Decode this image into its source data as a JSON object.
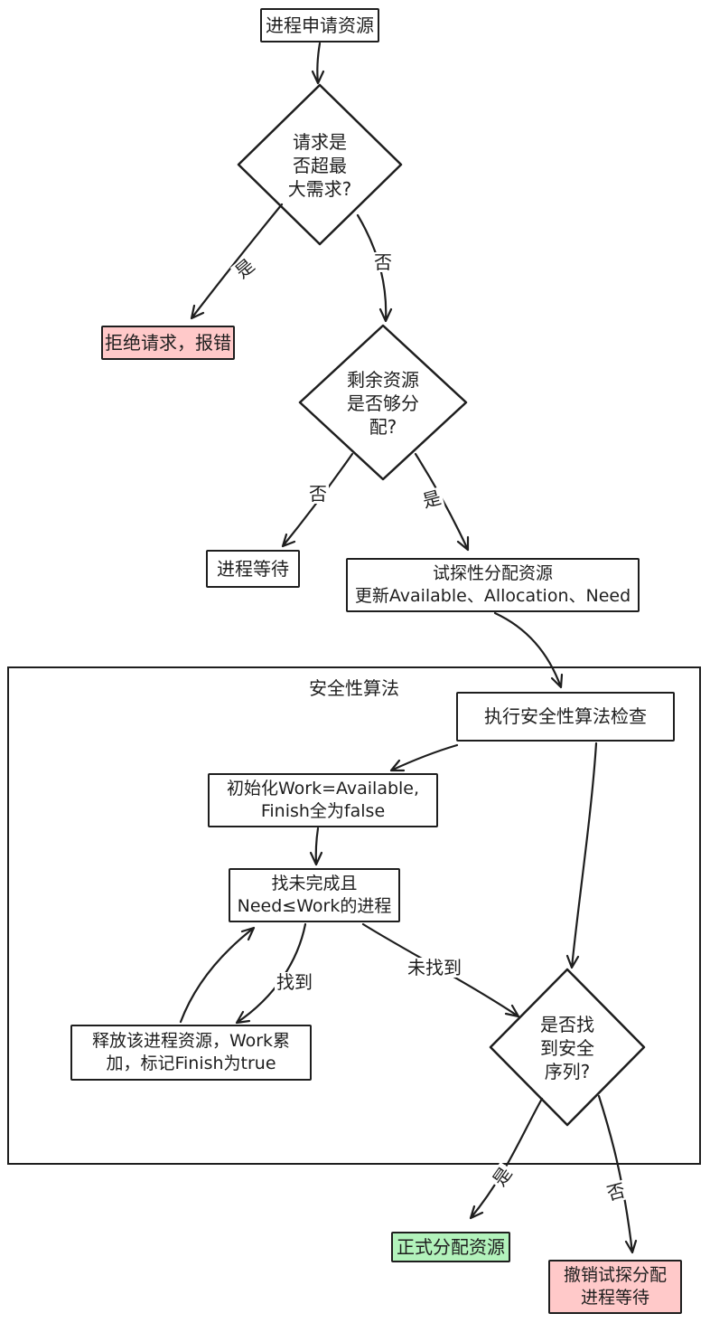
{
  "colors": {
    "stroke": "#1e1e1e",
    "danger_fill": "#ffc9c9",
    "success_fill": "#b2f2bb",
    "node_fill": "#ffffff",
    "background": "#ffffff"
  },
  "nodes": {
    "start": {
      "label": "进程申请资源"
    },
    "check_max": {
      "label": "请求是\n否超最\n大需求?"
    },
    "reject": {
      "label": "拒绝请求，报错"
    },
    "check_avail": {
      "label": "剩余资源\n是否够分\n配?"
    },
    "wait": {
      "label": "进程等待"
    },
    "tentative": {
      "label": "试探性分配资源\n更新Available、Allocation、Need"
    },
    "safety_group": {
      "label": "安全性算法"
    },
    "exec_check": {
      "label": "执行安全性算法检查"
    },
    "init": {
      "label": "初始化Work=Available,\nFinish全为false"
    },
    "find": {
      "label": "找未完成且\nNeed≤Work的进程"
    },
    "release": {
      "label": "释放该进程资源，Work累\n加，标记Finish为true"
    },
    "safe_seq": {
      "label": "是否找\n到安全\n序列?"
    },
    "allocate": {
      "label": "正式分配资源"
    },
    "rollback": {
      "label": "撤销试探分配\n进程等待"
    }
  },
  "edge_labels": {
    "max_yes": "是",
    "max_no": "否",
    "avail_no": "否",
    "avail_yes": "是",
    "found": "找到",
    "not_found": "未找到",
    "seq_yes": "是",
    "seq_no": "否"
  }
}
